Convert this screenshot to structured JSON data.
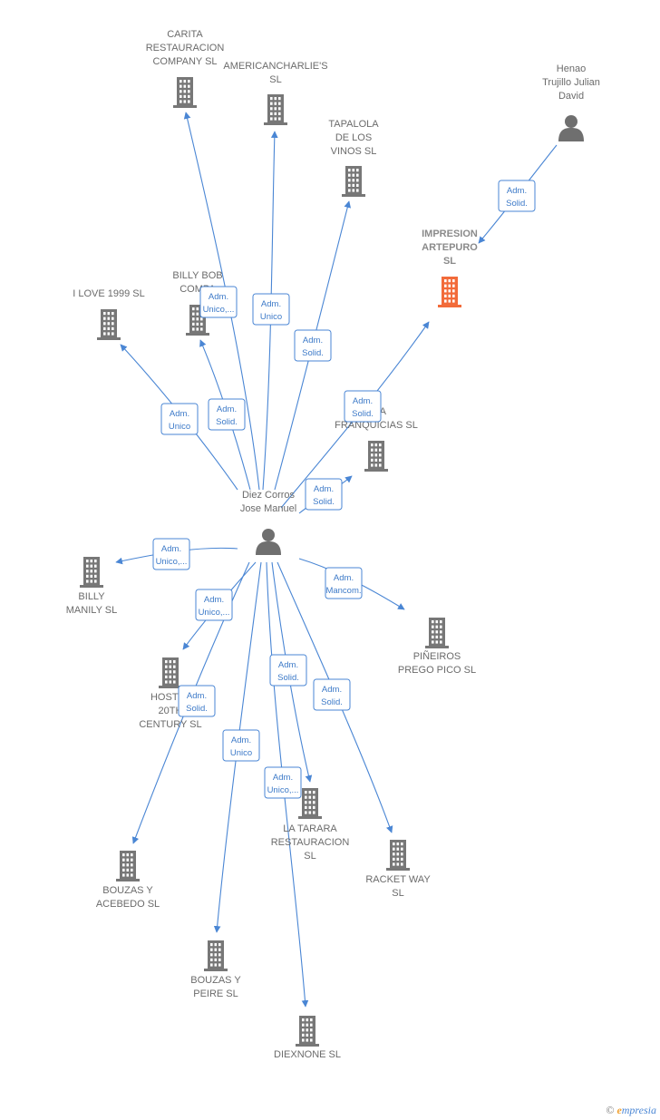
{
  "colors": {
    "edge": "#4a86d4",
    "node": "#777777",
    "highlight": "#f26b3a"
  },
  "people": [
    {
      "id": "diez",
      "lines": [
        "Diez Corros",
        "Jose Manuel"
      ],
      "icon": "person-icon"
    },
    {
      "id": "henao",
      "lines": [
        "Henao",
        "Trujillo Julian",
        "David"
      ],
      "icon": "person-icon"
    }
  ],
  "companies": [
    {
      "id": "carita",
      "lines": [
        "CARITA",
        "RESTAURACION",
        "COMPANY  SL"
      ],
      "highlight": false
    },
    {
      "id": "americancharlies",
      "lines": [
        "AMERICANCHARLIE'S",
        "SL"
      ],
      "highlight": false
    },
    {
      "id": "tapalola_vinos",
      "lines": [
        "TAPALOLA",
        "DE LOS",
        "VINOS SL"
      ],
      "highlight": false
    },
    {
      "id": "impresion",
      "lines": [
        "IMPRESION",
        "ARTEPURO",
        "SL"
      ],
      "highlight": true
    },
    {
      "id": "billy_bob",
      "lines": [
        "BILLY BOB",
        "COMPA"
      ],
      "highlight": false
    },
    {
      "id": "ilove",
      "lines": [
        "I LOVE 1999 SL"
      ],
      "highlight": false
    },
    {
      "id": "tapalola_franq",
      "lines": [
        "OLA",
        "FRANQUICIAS SL"
      ],
      "highlight": false
    },
    {
      "id": "billy_manily",
      "lines": [
        "BILLY",
        "MANILY  SL"
      ],
      "highlight": false
    },
    {
      "id": "pineiros",
      "lines": [
        "PIÑEIROS",
        "PREGO PICO SL"
      ],
      "highlight": false
    },
    {
      "id": "hostel",
      "lines": [
        "HOSTEL",
        "20TH",
        "CENTURY  SL"
      ],
      "highlight": false
    },
    {
      "id": "la_tarara",
      "lines": [
        "LA TARARA",
        "RESTAURACION",
        "SL"
      ],
      "highlight": false
    },
    {
      "id": "racket",
      "lines": [
        "RACKET WAY",
        "SL"
      ],
      "highlight": false
    },
    {
      "id": "bouzas_acebedo",
      "lines": [
        "BOUZAS Y",
        "ACEBEDO SL"
      ],
      "highlight": false
    },
    {
      "id": "bouzas_peire",
      "lines": [
        "BOUZAS Y",
        "PEIRE SL"
      ],
      "highlight": false
    },
    {
      "id": "diexnone",
      "lines": [
        "DIEXNONE SL"
      ],
      "highlight": false
    }
  ],
  "relations": [
    {
      "from": "diez",
      "to": "carita",
      "lines": [
        "Adm.",
        "Unico,..."
      ]
    },
    {
      "from": "diez",
      "to": "americancharlies",
      "lines": [
        "Adm.",
        "Unico"
      ]
    },
    {
      "from": "diez",
      "to": "tapalola_vinos",
      "lines": [
        "Adm.",
        "Solid."
      ]
    },
    {
      "from": "diez",
      "to": "impresion",
      "lines": [
        "Adm.",
        "Solid."
      ]
    },
    {
      "from": "henao",
      "to": "impresion",
      "lines": [
        "Adm.",
        "Solid."
      ]
    },
    {
      "from": "diez",
      "to": "billy_bob",
      "lines": [
        "Adm.",
        "Solid."
      ]
    },
    {
      "from": "diez",
      "to": "ilove",
      "lines": [
        "Adm.",
        "Unico"
      ]
    },
    {
      "from": "diez",
      "to": "tapalola_franq",
      "lines": [
        "Adm.",
        "Solid."
      ]
    },
    {
      "from": "diez",
      "to": "billy_manily",
      "lines": [
        "Adm.",
        "Unico,..."
      ]
    },
    {
      "from": "diez",
      "to": "pineiros",
      "lines": [
        "Adm.",
        "Mancom."
      ]
    },
    {
      "from": "diez",
      "to": "hostel",
      "lines": [
        "Adm.",
        "Unico,..."
      ]
    },
    {
      "from": "diez",
      "to": "la_tarara",
      "lines": [
        "Adm.",
        "Solid."
      ]
    },
    {
      "from": "diez",
      "to": "racket",
      "lines": [
        "Adm.",
        "Solid."
      ]
    },
    {
      "from": "diez",
      "to": "bouzas_acebedo",
      "lines": [
        "Adm.",
        "Solid."
      ]
    },
    {
      "from": "diez",
      "to": "bouzas_peire",
      "lines": [
        "Adm.",
        "Unico"
      ]
    },
    {
      "from": "diez",
      "to": "diexnone",
      "lines": [
        "Adm.",
        "Unico,..."
      ]
    }
  ],
  "footer": {
    "copyright": "©",
    "brand_initial": "e",
    "brand_rest": "mpresia"
  }
}
